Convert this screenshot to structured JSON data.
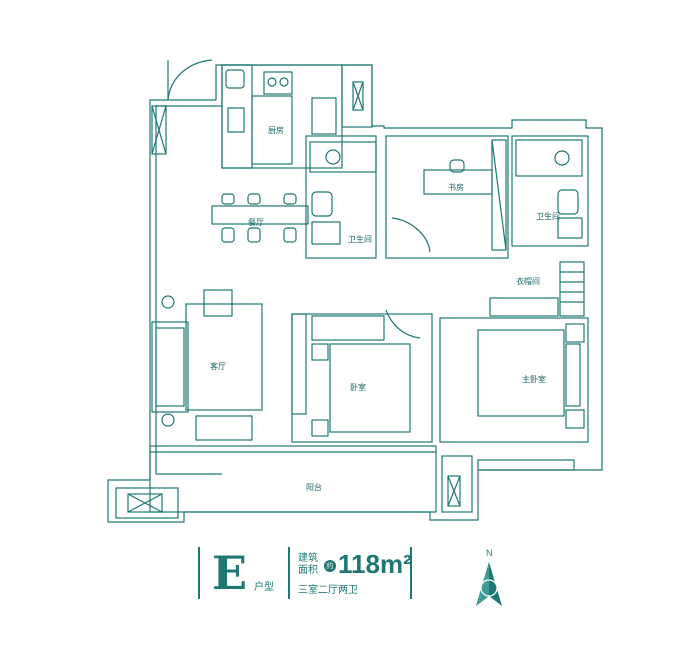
{
  "colors": {
    "stroke": "#1f7775",
    "fill_light": "#e8f1f1",
    "accent": "#1a6a68"
  },
  "rooms": {
    "kitchen": "厨房",
    "dining": "餐厅",
    "bath1": "卫生间",
    "study": "书房",
    "bath2": "卫生间",
    "wardrobe": "衣帽间",
    "living": "客厅",
    "bedroom": "卧室",
    "master": "主卧室",
    "balcony": "阳台"
  },
  "badge": {
    "letter": "E",
    "suffix": "户型",
    "area_label_1": "建筑",
    "area_label_2": "面积",
    "approx": "约",
    "area_value": "118m²",
    "layout": "三室二厅两卫"
  },
  "compass": {
    "label": "N",
    "icon": "north-arrow-icon"
  }
}
